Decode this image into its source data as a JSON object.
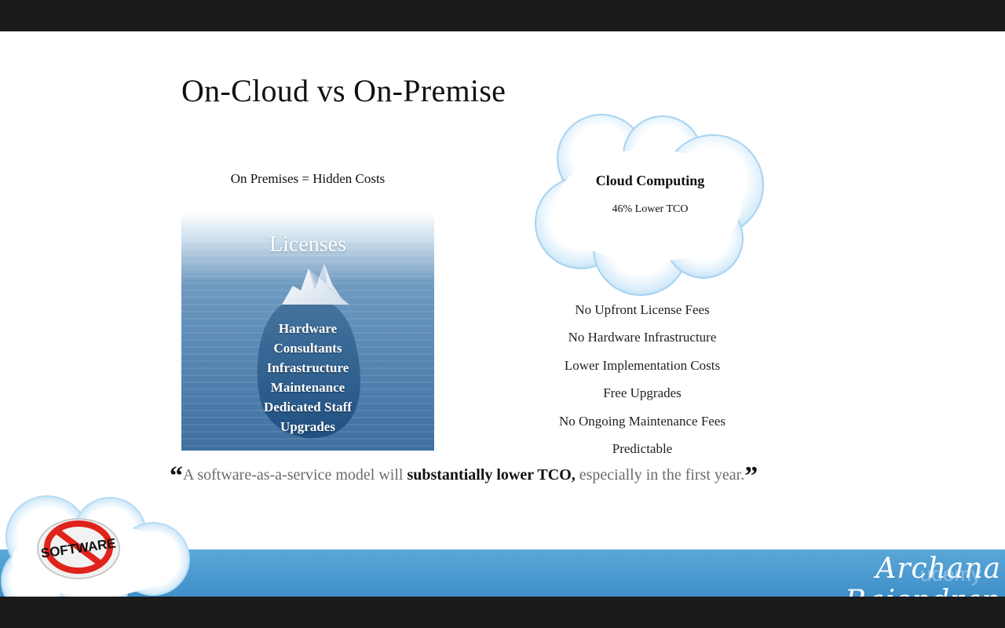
{
  "slide": {
    "title": "On-Cloud vs On-Premise",
    "left_heading": "On Premises = Hidden Costs",
    "iceberg": {
      "above_label": "Licenses",
      "below_items": [
        "Hardware",
        "Consultants",
        "Infrastructure",
        "Maintenance",
        "Dedicated Staff",
        "Upgrades"
      ]
    },
    "cloud": {
      "title": "Cloud Computing",
      "subtitle": "46% Lower TCO"
    },
    "benefits": [
      "No Upfront License Fees",
      "No Hardware Infrastructure",
      "Lower Implementation Costs",
      "Free Upgrades",
      "No Ongoing Maintenance Fees",
      "Predictable"
    ],
    "quote": {
      "open": "“",
      "before": "A software-as-a-service model will ",
      "emphasis": "substantially lower TCO,",
      "after": " especially in the first year.",
      "close": "”"
    },
    "logo_text": "SOFTWARE",
    "author": "Archana Rajendran",
    "watermark": "udemy"
  },
  "colors": {
    "footer_band": "#4a9ad2",
    "cloud_edge": "#9fd0f0",
    "iceberg_water": "#5b8ab6",
    "no_sign_red": "#e0231b"
  },
  "icons": [
    "iceberg-icon",
    "cloud-icon",
    "no-software-logo-icon"
  ]
}
